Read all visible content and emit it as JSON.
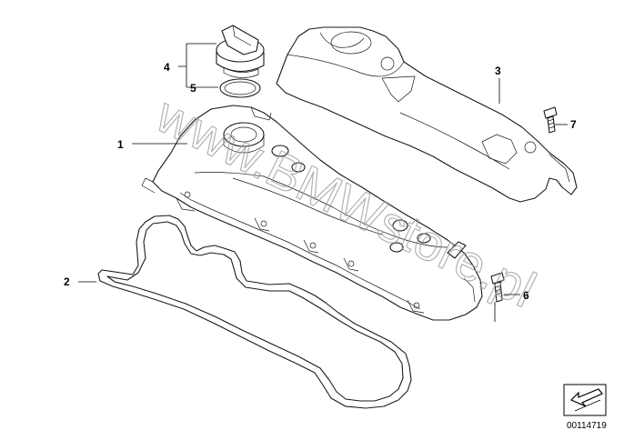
{
  "callouts": [
    {
      "number": "1",
      "part": "cylinder-head-cover"
    },
    {
      "number": "2",
      "part": "gasket"
    },
    {
      "number": "3",
      "part": "engine-cover"
    },
    {
      "number": "4",
      "part": "oil-filler-cap"
    },
    {
      "number": "5",
      "part": "sealing-ring"
    },
    {
      "number": "6",
      "part": "bolt"
    },
    {
      "number": "7",
      "part": "bolt"
    }
  ],
  "watermark_text": "www.BMWstore.pl",
  "diagram_id": "00114719",
  "icons": {
    "direction_badge": "arrow-badge-icon"
  }
}
